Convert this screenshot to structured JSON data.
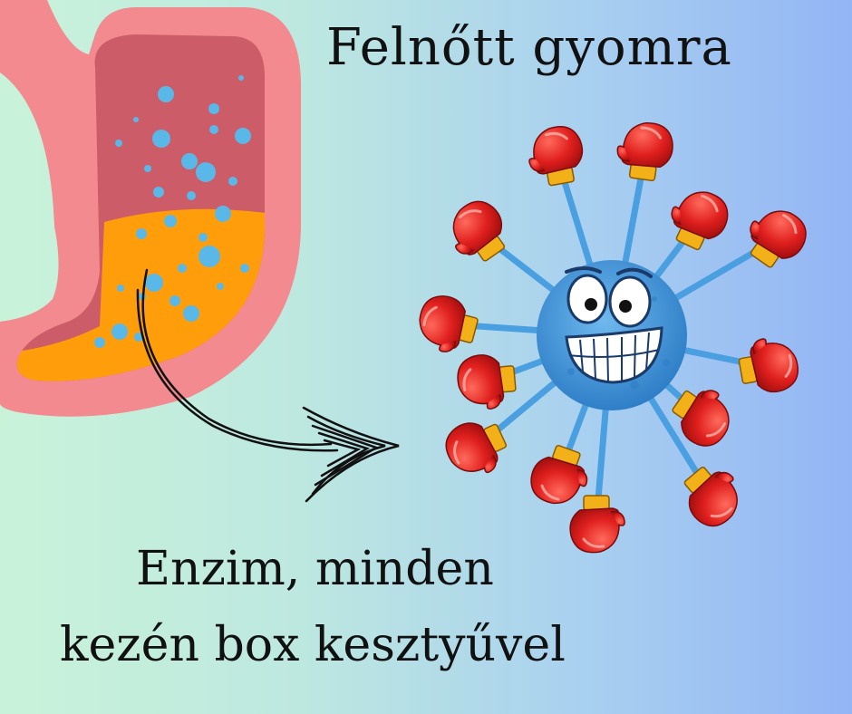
{
  "title": "Felnőtt gyomra",
  "caption": {
    "line1": "Enzim, minden",
    "line2": "kezén box kesztyűvel"
  },
  "colors": {
    "stomach_outer": "#f38a8f",
    "stomach_inner": "#cc5c68",
    "acid": "#ff9d0a",
    "bubble": "#5ab8e8",
    "enzyme_body": "#4a9fe0",
    "glove_red": "#e0201e",
    "glove_cuff": "#f2b019"
  },
  "icons": [
    "stomach-illustration",
    "arrow-icon",
    "enzyme-mascot",
    "boxing-glove-icon"
  ]
}
